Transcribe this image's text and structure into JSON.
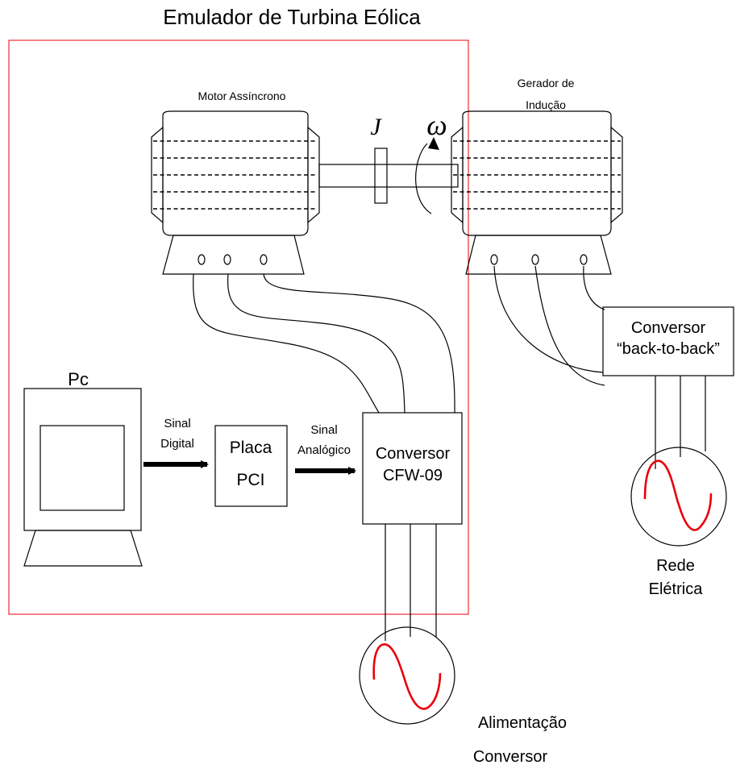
{
  "title": "Emulador de Turbina Eólica",
  "motor": {
    "label": "Motor Assíncrono"
  },
  "generator": {
    "label_line1": "Gerador de",
    "label_line2": "Indução"
  },
  "shaft": {
    "inertia_symbol": "J",
    "speed_symbol": "ω"
  },
  "pc": {
    "label": "Pc"
  },
  "signal_digital": {
    "line1": "Sinal",
    "line2": "Digital"
  },
  "pci_board": {
    "line1": "Placa",
    "line2": "PCI"
  },
  "signal_analog": {
    "line1": "Sinal",
    "line2": "Analógico"
  },
  "cfw_converter": {
    "line1": "Conversor",
    "line2": "CFW-09"
  },
  "btb_converter": {
    "line1": "Conversor",
    "line2": "“back-to-back”"
  },
  "grid": {
    "line1": "Rede",
    "line2": "Elétrica"
  },
  "supply": {
    "line1": "Alimentação",
    "line2": "Conversor"
  },
  "colors": {
    "emulator_frame": "#e8000b",
    "sine_wave": "#e8000b",
    "lines": "#000000"
  }
}
